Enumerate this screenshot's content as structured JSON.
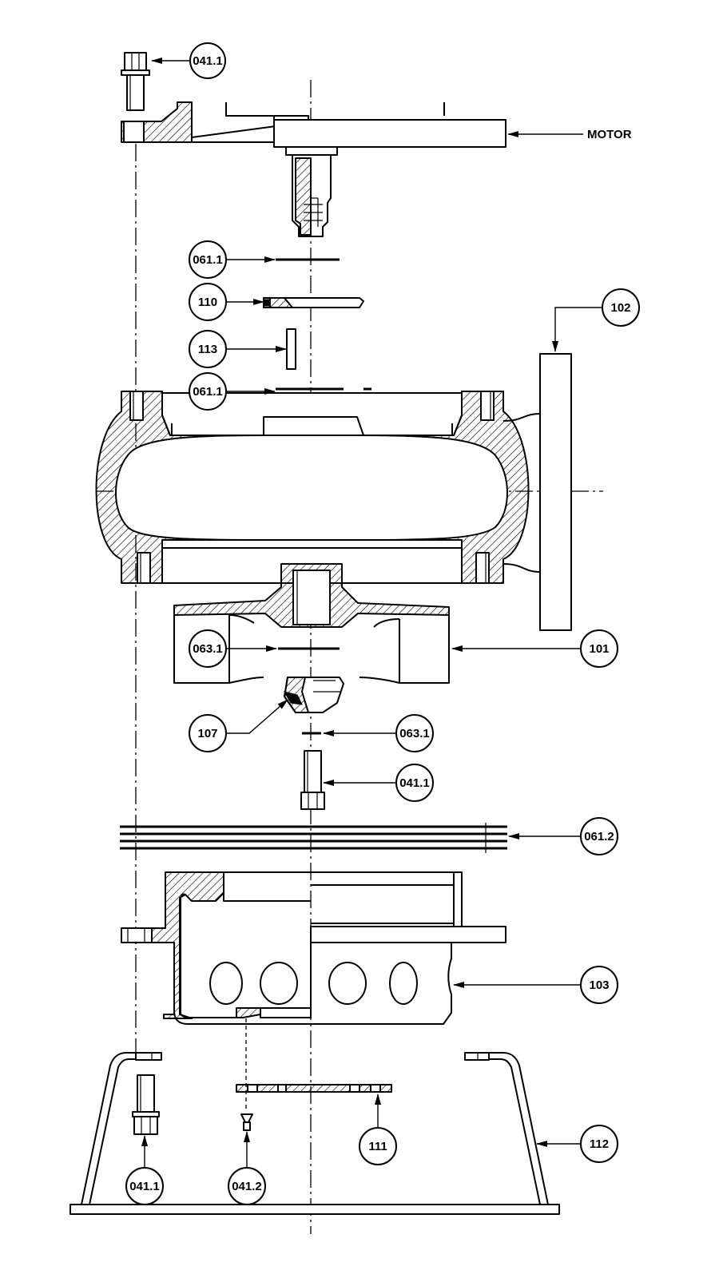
{
  "labels": {
    "p041_1_top": "041.1",
    "motor": "MOTOR",
    "p061_1_a": "061.1",
    "p110": "110",
    "p102": "102",
    "p113": "113",
    "p061_1_b": "061.1",
    "p063_1_left": "063.1",
    "p101": "101",
    "p107": "107",
    "p063_1_right": "063.1",
    "p041_1_mid": "041.1",
    "p061_2": "061.2",
    "p103": "103",
    "p111": "111",
    "p112": "112",
    "p041_1_bottom": "041.1",
    "p041_2": "041.2"
  }
}
